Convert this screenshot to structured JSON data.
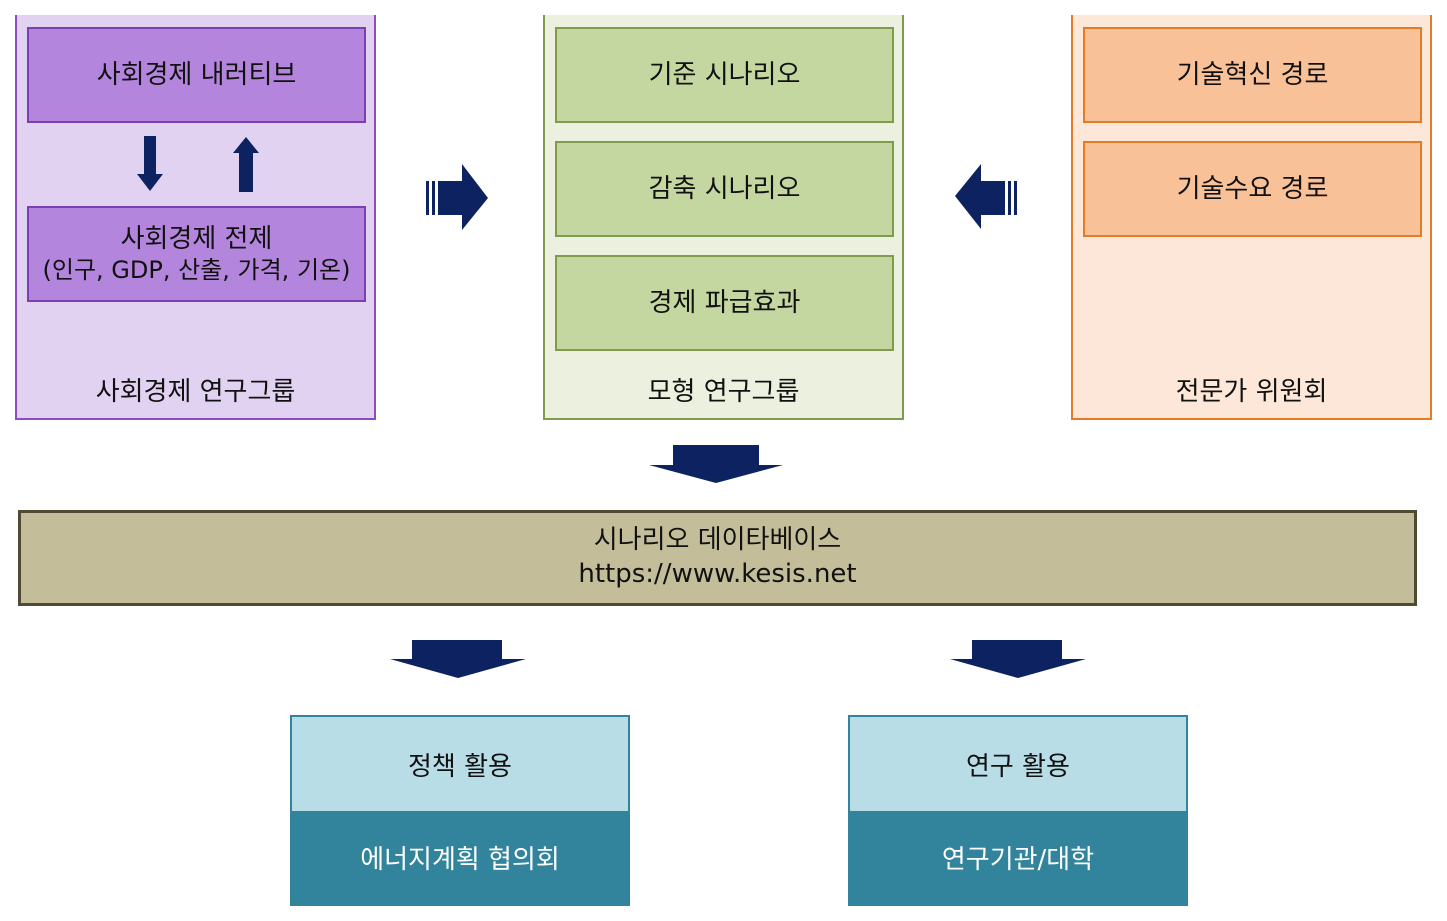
{
  "groups": {
    "socio": {
      "label": "사회경제 연구그룹",
      "boxes": [
        {
          "text": "사회경제 내러티브"
        },
        {
          "title": "사회경제 전제",
          "subtitle": "(인구, GDP, 산출, 가격, 기온)"
        }
      ]
    },
    "model": {
      "label": "모형 연구그룹",
      "boxes": [
        {
          "text": "기준 시나리오"
        },
        {
          "text": "감축 시나리오"
        },
        {
          "text": "경제 파급효과"
        }
      ]
    },
    "expert": {
      "label": "전문가 위원회",
      "boxes": [
        {
          "text": "기술혁신 경로"
        },
        {
          "text": "기술수요 경로"
        }
      ]
    }
  },
  "database": {
    "title": "시나리오 데이타베이스",
    "url": "https://www.kesis.net"
  },
  "uses": [
    {
      "top": "정책 활용",
      "bottom": "에너지계획 협의회"
    },
    {
      "top": "연구 활용",
      "bottom": "연구기관/대학"
    }
  ],
  "colors": {
    "arrow": "#0d2260",
    "socio_fill": "#b385dc",
    "model_fill": "#c5d7a0",
    "expert_fill": "#f9c197",
    "database_fill": "#c4bd99",
    "use_top_fill": "#b8dde7",
    "use_bottom_fill": "#31849b"
  }
}
